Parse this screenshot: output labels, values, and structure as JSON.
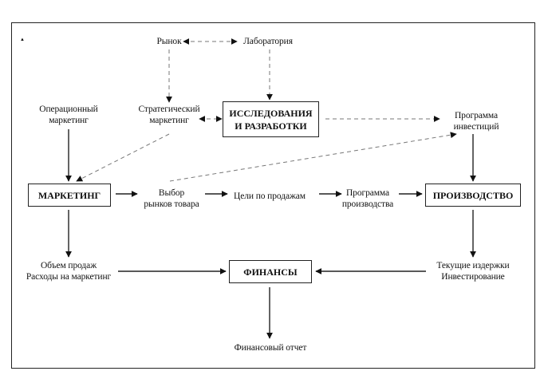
{
  "diagram": {
    "type": "flowchart",
    "nodes": {
      "market": {
        "label": "Рынок"
      },
      "laboratory": {
        "label": "Лаборатория"
      },
      "operational_marketing": {
        "lines": [
          "Операционный",
          "маркетинг"
        ]
      },
      "strategic_marketing": {
        "lines": [
          "Стратегический",
          "маркетинг"
        ]
      },
      "rnd": {
        "lines": [
          "ИССЛЕДОВАНИЯ",
          "И РАЗРАБОТКИ"
        ],
        "boxed": true
      },
      "investment_program": {
        "lines": [
          "Программа",
          "инвестиций"
        ]
      },
      "marketing": {
        "label": "МАРКЕТИНГ",
        "boxed": true
      },
      "market_selection": {
        "lines": [
          "Выбор",
          "рынков товара"
        ]
      },
      "sales_goals": {
        "label": "Цели по продажам"
      },
      "production_program": {
        "lines": [
          "Программа",
          "производства"
        ]
      },
      "production": {
        "label": "ПРОИЗВОДСТВО",
        "boxed": true
      },
      "sales_volume": {
        "lines": [
          "Объем продаж",
          "Расходы на маркетинг"
        ]
      },
      "finance": {
        "label": "ФИНАНСЫ",
        "boxed": true
      },
      "current_costs": {
        "lines": [
          "Текущие издержки",
          "Инвестирование"
        ]
      },
      "financial_report": {
        "label": "Финансовый отчет"
      }
    },
    "edges": [
      {
        "from": "market",
        "to": "laboratory",
        "style": "dashed",
        "direction": "both"
      },
      {
        "from": "market",
        "to": "strategic_marketing",
        "style": "dashed",
        "direction": "forward"
      },
      {
        "from": "laboratory",
        "to": "rnd",
        "style": "dashed",
        "direction": "forward"
      },
      {
        "from": "strategic_marketing",
        "to": "rnd",
        "style": "dashed",
        "direction": "both"
      },
      {
        "from": "rnd",
        "to": "investment_program",
        "style": "dashed",
        "direction": "forward"
      },
      {
        "from": "strategic_marketing",
        "to": "marketing",
        "style": "dashed",
        "direction": "forward"
      },
      {
        "from": "market_selection",
        "to": "investment_program",
        "style": "dashed",
        "direction": "forward"
      },
      {
        "from": "operational_marketing",
        "to": "marketing",
        "style": "solid",
        "direction": "forward"
      },
      {
        "from": "investment_program",
        "to": "production",
        "style": "solid",
        "direction": "forward"
      },
      {
        "from": "marketing",
        "to": "market_selection",
        "style": "solid",
        "direction": "forward"
      },
      {
        "from": "market_selection",
        "to": "sales_goals",
        "style": "solid",
        "direction": "forward"
      },
      {
        "from": "sales_goals",
        "to": "production_program",
        "style": "solid",
        "direction": "forward"
      },
      {
        "from": "production_program",
        "to": "production",
        "style": "solid",
        "direction": "forward"
      },
      {
        "from": "marketing",
        "to": "sales_volume",
        "style": "solid",
        "direction": "forward"
      },
      {
        "from": "production",
        "to": "current_costs",
        "style": "solid",
        "direction": "forward"
      },
      {
        "from": "sales_volume",
        "to": "finance",
        "style": "solid",
        "direction": "forward"
      },
      {
        "from": "current_costs",
        "to": "finance",
        "style": "solid",
        "direction": "forward"
      },
      {
        "from": "finance",
        "to": "financial_report",
        "style": "solid",
        "direction": "forward"
      }
    ]
  },
  "colors": {
    "ink": "#222222",
    "dashed": "#777777",
    "background": "#ffffff"
  }
}
